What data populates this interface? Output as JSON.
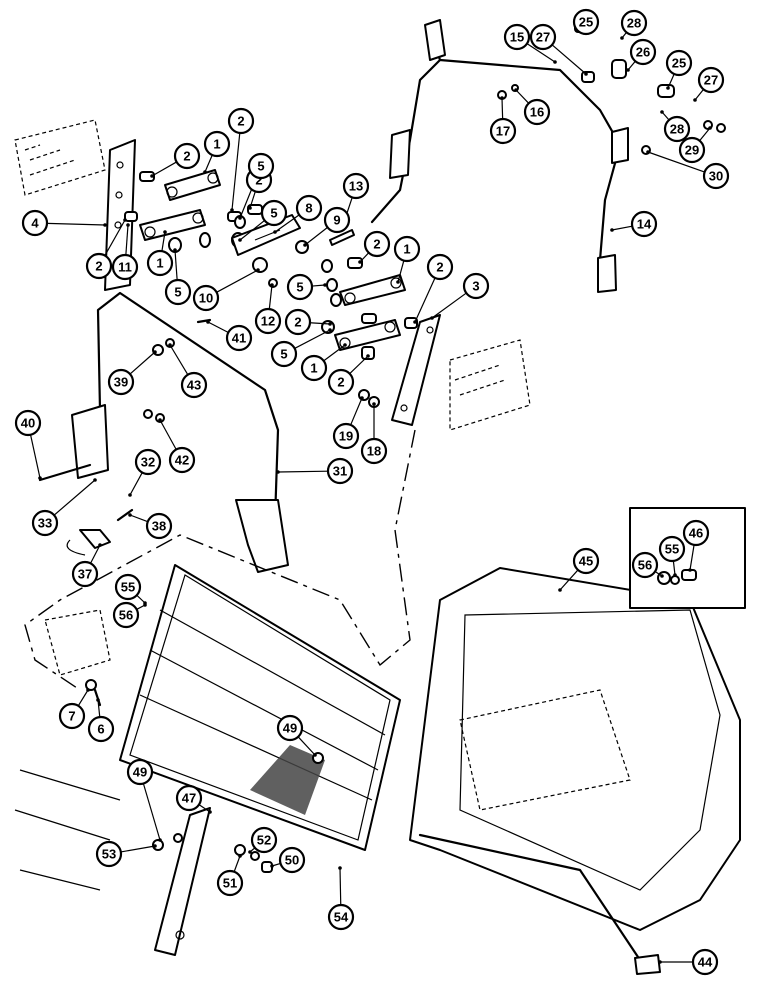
{
  "callouts": [
    {
      "id": "c1a",
      "label": "1"
    },
    {
      "id": "c1b",
      "label": "1"
    },
    {
      "id": "c1c",
      "label": "1"
    },
    {
      "id": "c1d",
      "label": "1"
    },
    {
      "id": "c2a",
      "label": "2"
    },
    {
      "id": "c2b",
      "label": "2"
    },
    {
      "id": "c2c",
      "label": "2"
    },
    {
      "id": "c2d",
      "label": "2"
    },
    {
      "id": "c2e",
      "label": "2"
    },
    {
      "id": "c2f",
      "label": "2"
    },
    {
      "id": "c2g",
      "label": "2"
    },
    {
      "id": "c2h",
      "label": "2"
    },
    {
      "id": "c3",
      "label": "3"
    },
    {
      "id": "c4",
      "label": "4"
    },
    {
      "id": "c5a",
      "label": "5"
    },
    {
      "id": "c5b",
      "label": "5"
    },
    {
      "id": "c5c",
      "label": "5"
    },
    {
      "id": "c5d",
      "label": "5"
    },
    {
      "id": "c5e",
      "label": "5"
    },
    {
      "id": "c6",
      "label": "6"
    },
    {
      "id": "c7",
      "label": "7"
    },
    {
      "id": "c8",
      "label": "8"
    },
    {
      "id": "c9",
      "label": "9"
    },
    {
      "id": "c10",
      "label": "10"
    },
    {
      "id": "c11",
      "label": "11"
    },
    {
      "id": "c12",
      "label": "12"
    },
    {
      "id": "c13",
      "label": "13"
    },
    {
      "id": "c14",
      "label": "14"
    },
    {
      "id": "c15",
      "label": "15"
    },
    {
      "id": "c16",
      "label": "16"
    },
    {
      "id": "c17",
      "label": "17"
    },
    {
      "id": "c18",
      "label": "18"
    },
    {
      "id": "c19",
      "label": "19"
    },
    {
      "id": "c25a",
      "label": "25"
    },
    {
      "id": "c25b",
      "label": "25"
    },
    {
      "id": "c26",
      "label": "26"
    },
    {
      "id": "c27a",
      "label": "27"
    },
    {
      "id": "c27b",
      "label": "27"
    },
    {
      "id": "c28a",
      "label": "28"
    },
    {
      "id": "c28b",
      "label": "28"
    },
    {
      "id": "c29",
      "label": "29"
    },
    {
      "id": "c30",
      "label": "30"
    },
    {
      "id": "c31",
      "label": "31"
    },
    {
      "id": "c32",
      "label": "32"
    },
    {
      "id": "c33",
      "label": "33"
    },
    {
      "id": "c37",
      "label": "37"
    },
    {
      "id": "c38",
      "label": "38"
    },
    {
      "id": "c39",
      "label": "39"
    },
    {
      "id": "c40",
      "label": "40"
    },
    {
      "id": "c41",
      "label": "41"
    },
    {
      "id": "c42",
      "label": "42"
    },
    {
      "id": "c43",
      "label": "43"
    },
    {
      "id": "c44",
      "label": "44"
    },
    {
      "id": "c45",
      "label": "45"
    },
    {
      "id": "c46",
      "label": "46"
    },
    {
      "id": "c47",
      "label": "47"
    },
    {
      "id": "c49a",
      "label": "49"
    },
    {
      "id": "c49b",
      "label": "49"
    },
    {
      "id": "c50",
      "label": "50"
    },
    {
      "id": "c51",
      "label": "51"
    },
    {
      "id": "c52",
      "label": "52"
    },
    {
      "id": "c53",
      "label": "53"
    },
    {
      "id": "c54",
      "label": "54"
    },
    {
      "id": "c55a",
      "label": "55"
    },
    {
      "id": "c55b",
      "label": "55"
    },
    {
      "id": "c56a",
      "label": "56"
    },
    {
      "id": "c56b",
      "label": "56"
    }
  ]
}
